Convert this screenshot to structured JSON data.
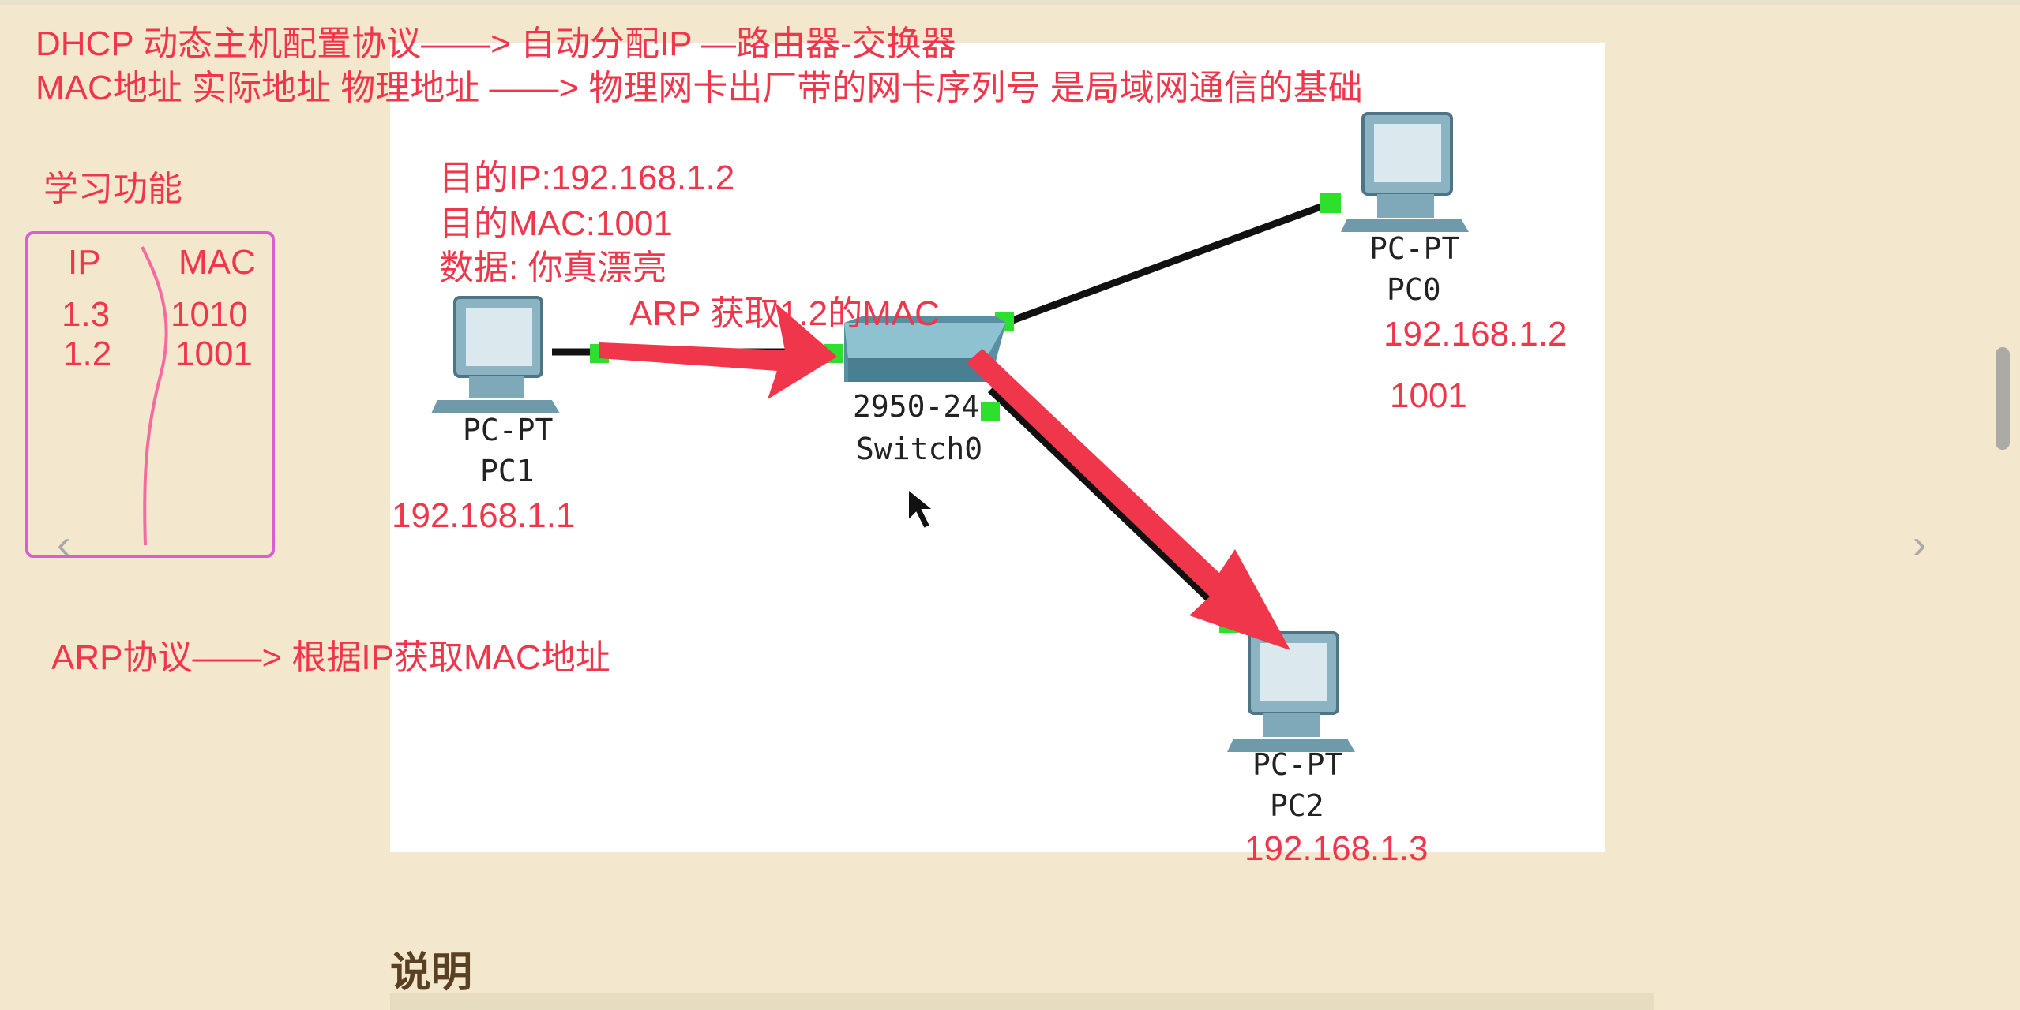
{
  "annotations": {
    "dhcp": "DHCP 动态主机配置协议——> 自动分配IP —路由器-交换器",
    "mac": "MAC地址 实际地址 物理地址 ——> 物理网卡出厂带的网卡序列号 是局域网通信的基础",
    "learn": "学习功能",
    "arp_protocol": "ARP协议——> 根据IP获取MAC地址",
    "dest_ip": "目的IP:192.168.1.2",
    "dest_mac": "目的MAC:1001",
    "data": "数据: 你真漂亮",
    "arp_get": "ARP 获取1.2的MAC",
    "pc0_ip": "192.168.1.2",
    "pc0_mac": "1001",
    "pc1_ip": "192.168.1.1",
    "pc2_ip": "192.168.1.3"
  },
  "mac_table": {
    "header_ip": "IP",
    "header_mac": "MAC",
    "rows": [
      {
        "ip": "1.3",
        "mac": "1010"
      },
      {
        "ip": "1.2",
        "mac": "1001"
      }
    ]
  },
  "devices": {
    "pc0": {
      "type": "PC-PT",
      "name": "PC0"
    },
    "pc1": {
      "type": "PC-PT",
      "name": "PC1"
    },
    "pc2": {
      "type": "PC-PT",
      "name": "PC2"
    },
    "switch": {
      "model": "2950-24",
      "name": "Switch0"
    }
  },
  "nav": {
    "prev": "‹",
    "next": "›"
  },
  "section_heading": "说明",
  "colors": {
    "background": "#f3e8cd",
    "annotation": "#f0364a",
    "port": "#2ee02e",
    "box": "#d660d0"
  }
}
